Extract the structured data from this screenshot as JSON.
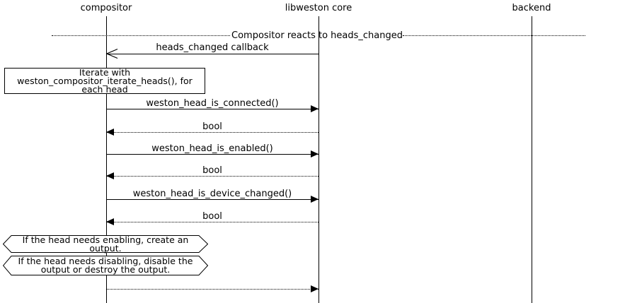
{
  "diagram": {
    "colors": {
      "line": "#000000",
      "background": "#ffffff",
      "text": "#000000"
    },
    "participants": [
      {
        "label": "compositor"
      },
      {
        "label": "libweston core"
      },
      {
        "label": "backend"
      }
    ],
    "divider": {
      "label": "Compositor reacts to heads_changed"
    },
    "messages": [
      {
        "label": "heads_changed callback",
        "from": "libweston core",
        "to": "compositor",
        "line": "solid",
        "arrowhead": "open"
      },
      {
        "label": "weston_head_is_connected()",
        "from": "compositor",
        "to": "libweston core",
        "line": "solid",
        "arrowhead": "filled"
      },
      {
        "label": "bool",
        "from": "libweston core",
        "to": "compositor",
        "line": "dotted",
        "arrowhead": "filled"
      },
      {
        "label": "weston_head_is_enabled()",
        "from": "compositor",
        "to": "libweston core",
        "line": "solid",
        "arrowhead": "filled"
      },
      {
        "label": "bool",
        "from": "libweston core",
        "to": "compositor",
        "line": "dotted",
        "arrowhead": "filled"
      },
      {
        "label": "weston_head_is_device_changed()",
        "from": "compositor",
        "to": "libweston core",
        "line": "solid",
        "arrowhead": "filled"
      },
      {
        "label": "bool",
        "from": "libweston core",
        "to": "compositor",
        "line": "dotted",
        "arrowhead": "filled"
      },
      {
        "label": "",
        "from": "compositor",
        "to": "libweston core",
        "line": "dotted",
        "arrowhead": "filled"
      }
    ],
    "notes": [
      {
        "shape": "rectangle",
        "lines": [
          "Iterate with",
          "weston_compositor_iterate_heads(), for",
          "each head"
        ]
      },
      {
        "shape": "hexagon",
        "lines": [
          "If the head needs enabling, create an",
          "output."
        ]
      },
      {
        "shape": "hexagon",
        "lines": [
          "If the head needs disabling, disable the",
          "output or destroy the output."
        ]
      }
    ]
  }
}
